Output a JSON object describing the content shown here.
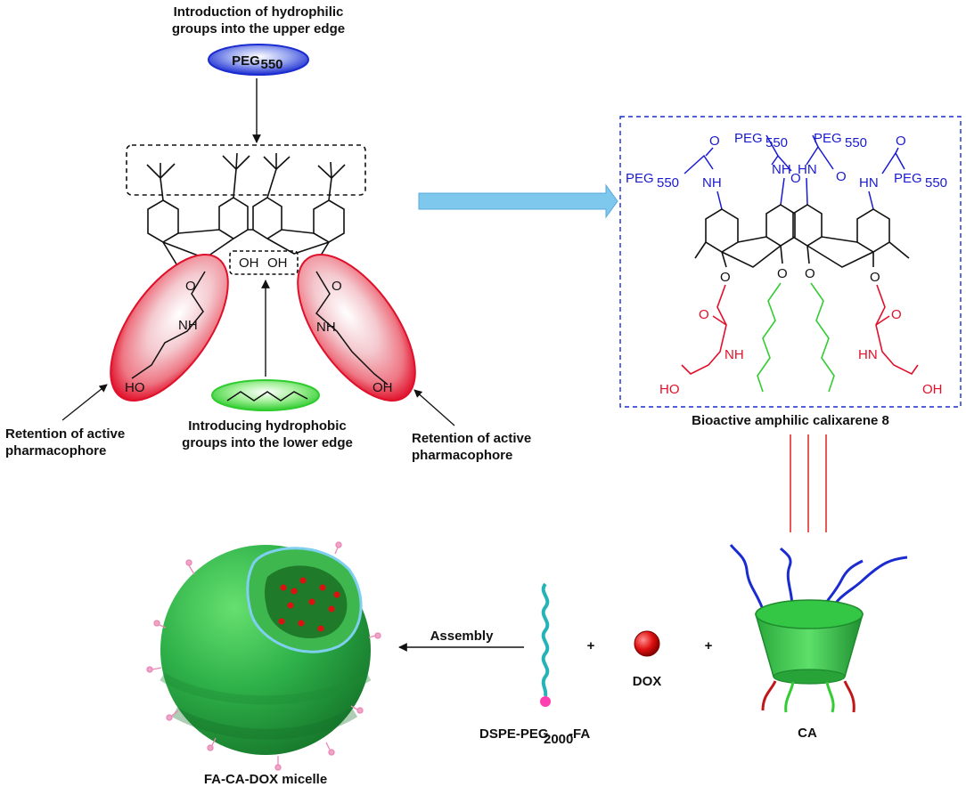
{
  "colors": {
    "blue": "#1a1ad0",
    "red": "#e0102a",
    "green": "#33cc33",
    "black": "#111111",
    "arrow_cyan": "#7ec8ee",
    "micelle_green": "#2fb24a",
    "triple_line": "#e03030"
  },
  "top": {
    "title_line1": "Introduction of hydrophilic",
    "title_line2": "groups into the upper edge",
    "peg_badge_main": "PEG",
    "peg_badge_sub": "550"
  },
  "bottom_labels": {
    "hydrophobic_line1": "Introducing hydrophobic",
    "hydrophobic_line2": "groups into the lower edge",
    "left_retention_line1": "Retention of active",
    "left_retention_line2": "pharmacophore",
    "right_retention_line1": "Retention of active",
    "right_retention_line2": "pharmacophore"
  },
  "left_struct": {
    "oh": "OH",
    "nh": "NH",
    "ho": "HO",
    "o": "O"
  },
  "right_struct": {
    "caption": "Bioactive amphilic calixarene 8",
    "peg": "PEG",
    "peg_sub": "550",
    "nh": "NH",
    "hn": "HN",
    "o": "O",
    "ho": "HO",
    "oh": "OH"
  },
  "assembly": {
    "micelle_label": "FA-CA-DOX micelle",
    "arrow_label": "Assembly",
    "dspe_main": "DSPE-PEG",
    "dspe_sub": "2000",
    "dspe_end": "-FA",
    "plus": "+",
    "dox_label": "DOX",
    "ca_label": "CA"
  }
}
